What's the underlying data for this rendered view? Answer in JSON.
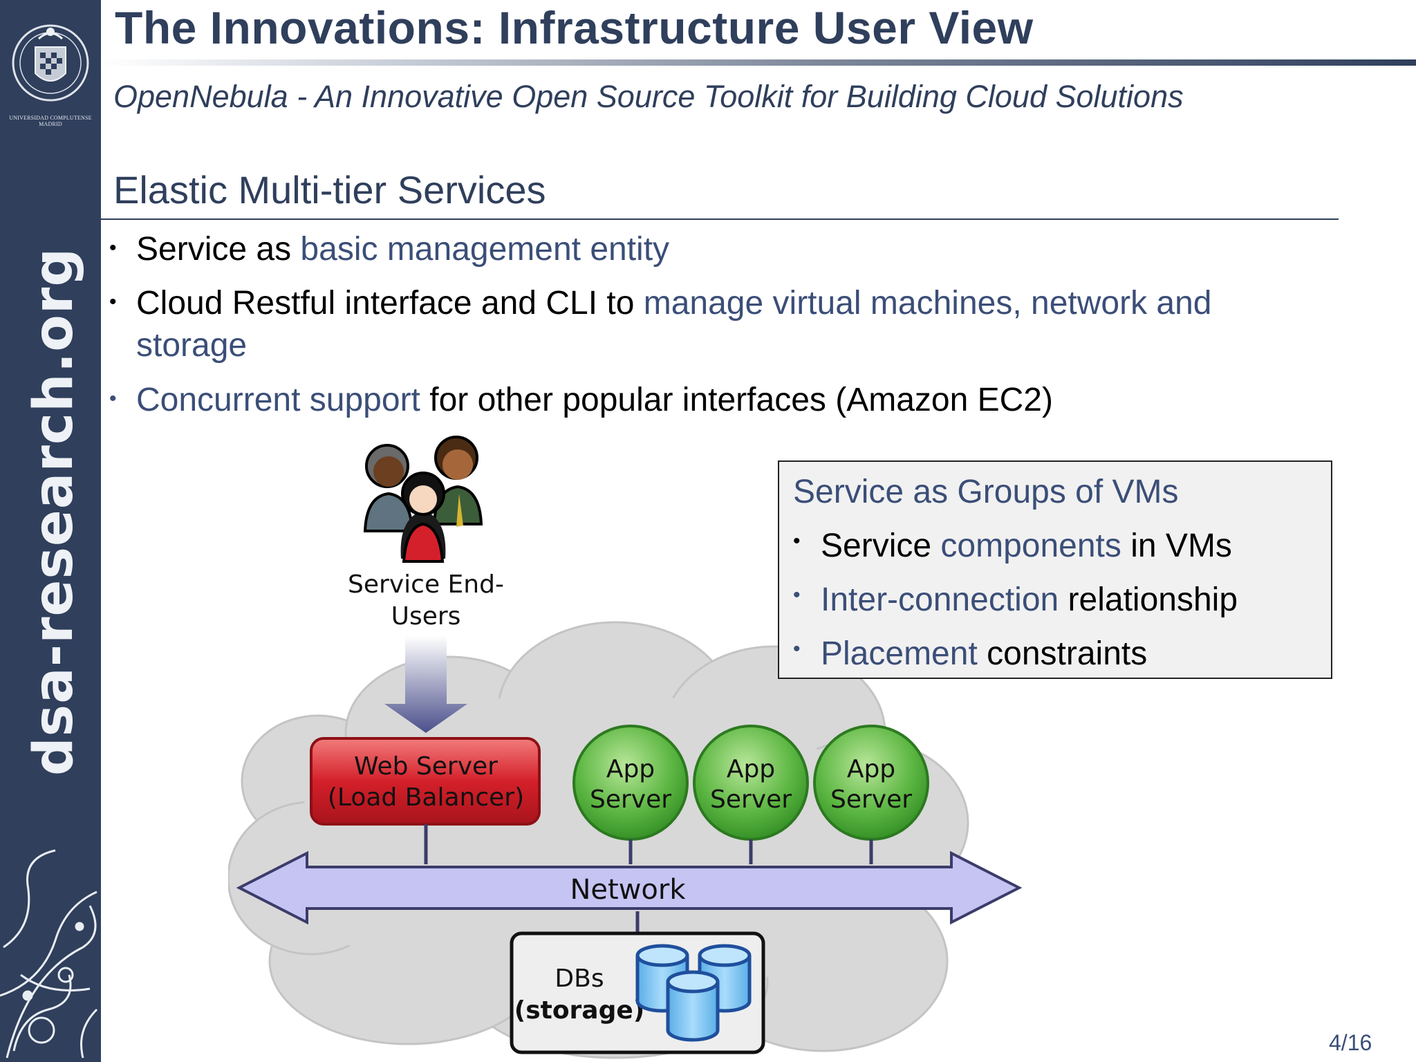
{
  "sidebar": {
    "seal_caption_line1": "UNIVERSIDAD COMPLUTENSE",
    "seal_caption_line2": "MADRID",
    "vertical_brand": "dsa-research.org"
  },
  "header": {
    "title": "The Innovations: Infrastructure User View",
    "subtitle": "OpenNebula - An Innovative Open Source Toolkit for Building Cloud Solutions"
  },
  "section": {
    "heading": "Elastic Multi-tier Services"
  },
  "bullets": [
    {
      "pre": "Service as ",
      "hl": "basic management entity",
      "post": ""
    },
    {
      "pre": "Cloud Restful interface and CLI to ",
      "hl": "manage virtual machines, network and",
      "line2": "storage"
    },
    {
      "hl": "Concurrent support",
      "post": " for other popular interfaces (Amazon EC2)"
    }
  ],
  "vm_box": {
    "title": "Service as Groups of VMs",
    "items": [
      {
        "pre": "Service ",
        "hl": "components",
        "post": " in VMs"
      },
      {
        "pre": "",
        "hl": "Inter-connection",
        "post": " relationship"
      },
      {
        "pre": "",
        "hl": "Placement",
        "post": " constraints"
      }
    ]
  },
  "diagram": {
    "users_label_line1": "Service End-",
    "users_label_line2": "Users",
    "web_server_line1": "Web Server",
    "web_server_line2": "(Load Balancer)",
    "app_servers": [
      {
        "line1": "App",
        "line2": "Server"
      },
      {
        "line1": "App",
        "line2": "Server"
      },
      {
        "line1": "App",
        "line2": "Server"
      }
    ],
    "network_label": "Network",
    "db_line1": "DBs",
    "db_line2": "(storage)"
  },
  "footer": {
    "page_number": "4/16"
  },
  "colors": {
    "brand_navy": "#2f3f5c",
    "highlight_blue": "#3b4e78",
    "web_server_red": "#d4202a",
    "app_server_green": "#4ea83a",
    "network_lavender": "#c6c4f2",
    "db_blue": "#7cc4f2"
  }
}
